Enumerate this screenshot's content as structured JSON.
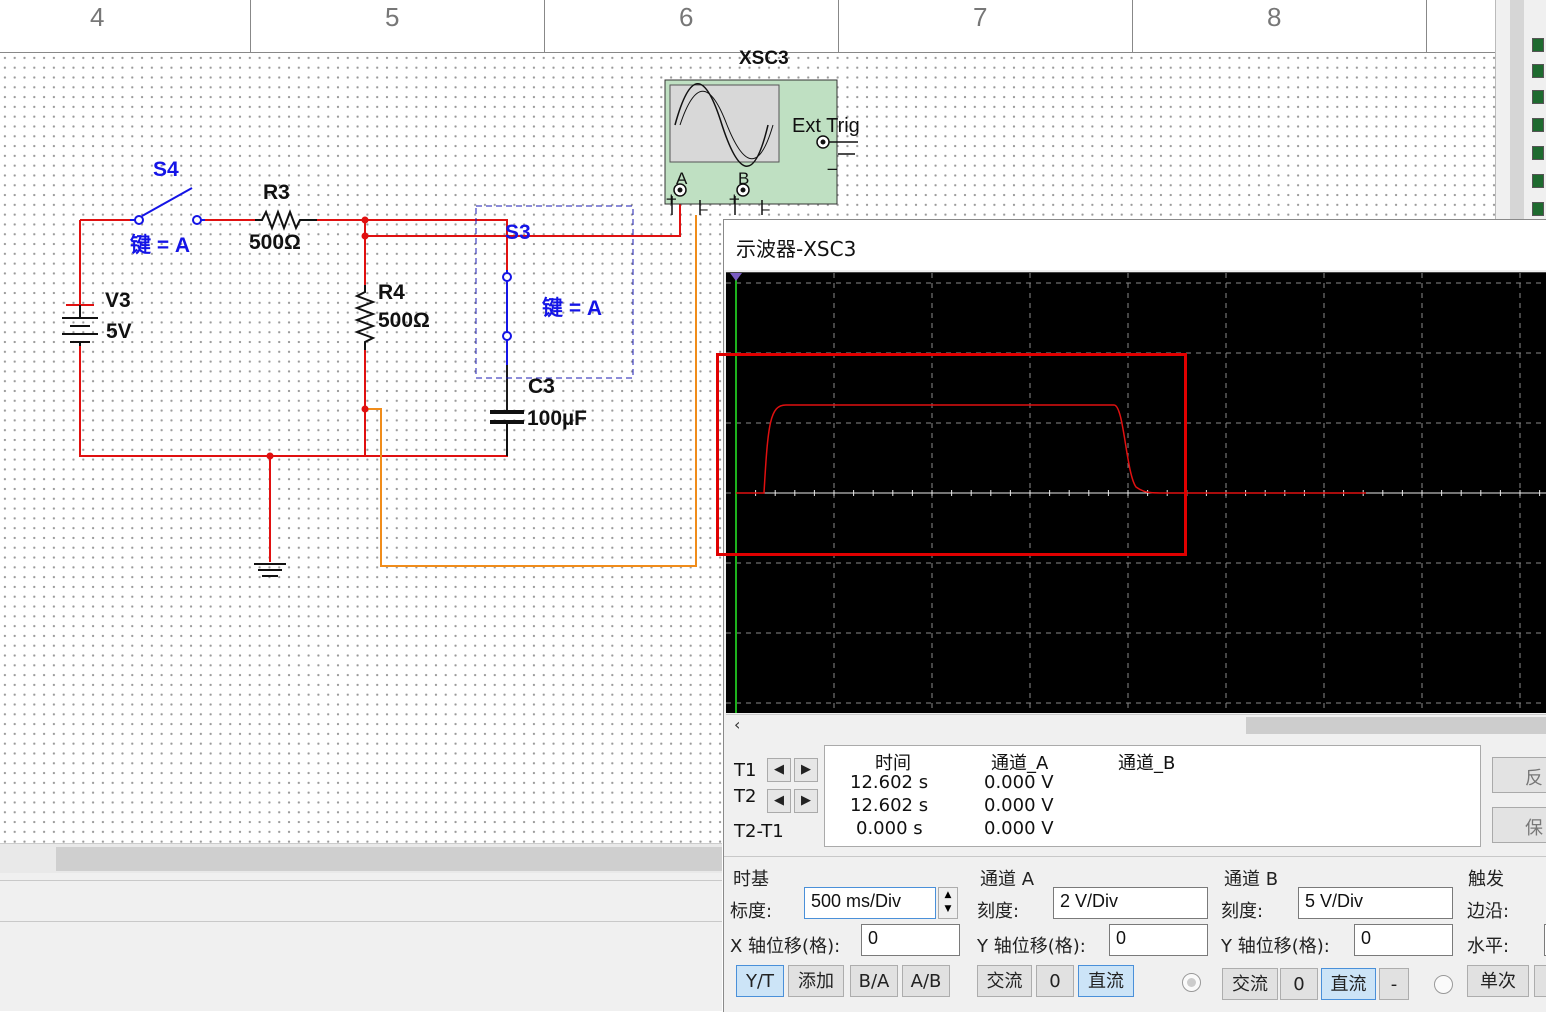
{
  "ruler": {
    "columns": [
      "4",
      "5",
      "6",
      "7",
      "8"
    ]
  },
  "schematic": {
    "switch_s4": {
      "name": "S4",
      "key": "键 = A"
    },
    "switch_s3": {
      "name": "S3",
      "key": "键 = A"
    },
    "resistor_r3": {
      "name": "R3",
      "value": "500Ω"
    },
    "resistor_r4": {
      "name": "R4",
      "value": "500Ω"
    },
    "source_v3": {
      "name": "V3",
      "value": "5V"
    },
    "capacitor_c3": {
      "name": "C3",
      "value": "100µF"
    },
    "scope_symbol": {
      "name": "XSC3",
      "ext_trig": "Ext Trig",
      "channel_a": "A",
      "channel_b": "B",
      "plus": "+",
      "minus": "_",
      "minus_trig": "−"
    }
  },
  "scope": {
    "title": "示波器-XSC3",
    "waveform_color": "#e01010",
    "highlight_color": "#e00000",
    "readout": {
      "row_labels": [
        "T1",
        "T2",
        "T2-T1"
      ],
      "headers": [
        "时间",
        "通道_A",
        "通道_B"
      ],
      "rows": [
        {
          "time": "12.602 s",
          "ch_a": "0.000 V",
          "ch_b": ""
        },
        {
          "time": "12.602 s",
          "ch_a": "0.000 V",
          "ch_b": ""
        },
        {
          "time": "0.000 s",
          "ch_a": "0.000 V",
          "ch_b": ""
        }
      ],
      "side_buttons": [
        "反",
        "保"
      ]
    },
    "timebase": {
      "title": "时基",
      "scale_label": "标度:",
      "scale_value": "500 ms/Div",
      "xpos_label": "X 轴位移(格):",
      "xpos_value": "0",
      "buttons": [
        "Y/T",
        "添加",
        "B/A",
        "A/B"
      ],
      "selected": "Y/T"
    },
    "channel_a": {
      "title": "通道 A",
      "scale_label": "刻度:",
      "scale_value": "2  V/Div",
      "ypos_label": "Y 轴位移(格):",
      "ypos_value": "0",
      "buttons": [
        "交流",
        "0",
        "直流"
      ],
      "selected": "直流"
    },
    "channel_b": {
      "title": "通道 B",
      "scale_label": "刻度:",
      "scale_value": "5  V/Div",
      "ypos_label": "Y 轴位移(格):",
      "ypos_value": "0",
      "buttons": [
        "交流",
        "0",
        "直流",
        "-"
      ],
      "selected": "直流"
    },
    "trigger": {
      "title": "触发",
      "edge_label": "边沿:",
      "level_label": "水平:",
      "button": "单次"
    }
  }
}
